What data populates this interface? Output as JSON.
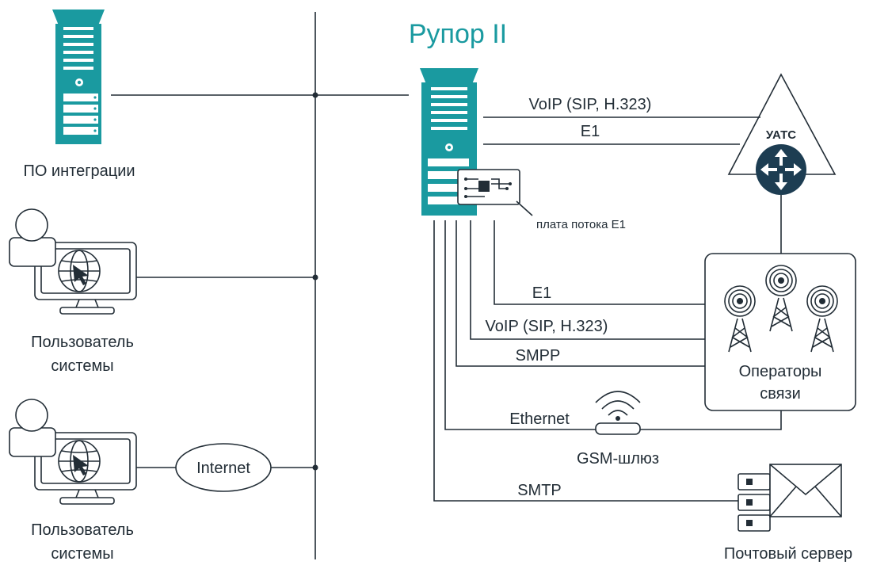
{
  "title": "Рупор II",
  "nodes": {
    "integration_software": "ПО интеграции",
    "user_1": [
      "Пользователь",
      "системы"
    ],
    "user_2": [
      "Пользователь",
      "системы"
    ],
    "internet": "Internet",
    "pbx": "УАТС",
    "e1_board": "плата потока E1",
    "operators": [
      "Операторы",
      "связи"
    ],
    "gsm_gateway": "GSM-шлюз",
    "mail_server": "Почтовый сервер"
  },
  "links": {
    "pbx_voip": "VoIP (SIP, H.323)",
    "pbx_e1": "E1",
    "op_e1": "E1",
    "op_voip": "VoIP (SIP, H.323)",
    "op_smpp": "SMPP",
    "gsm_ethernet": "Ethernet",
    "mail_smtp": "SMTP"
  },
  "colors": {
    "accent": "#1a9aa0",
    "line": "#222d36",
    "pbx_icon": "#1d3d52"
  }
}
